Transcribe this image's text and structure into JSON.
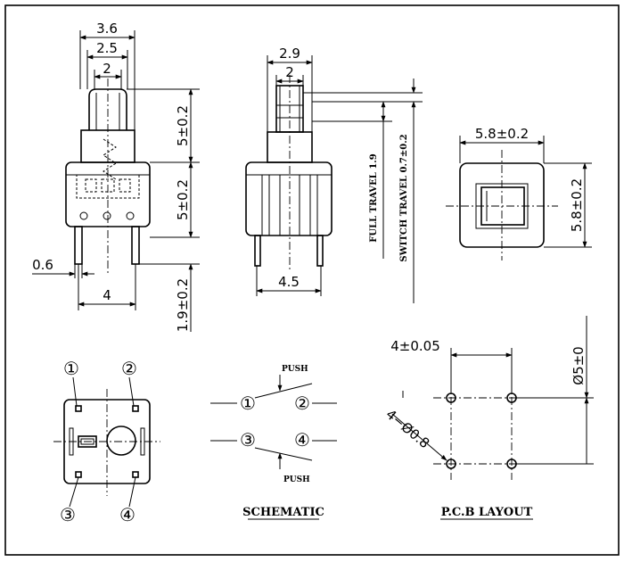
{
  "front_view": {
    "width_outer": "3.6",
    "width_mid": "2.5",
    "width_inner": "2",
    "height_plunger": "5±0.2",
    "height_body": "5±0.2",
    "height_pin": "1.9±0.2",
    "pin_thickness": "0.6",
    "pin_pitch": "4"
  },
  "side_view": {
    "width_outer": "2.9",
    "width_inner": "2",
    "pin_spacing": "4.5",
    "full_travel": "FULL TRAVEL 1.9",
    "switch_travel": "SWITCH TRAVEL 0.7±0.2"
  },
  "top_view": {
    "width": "5.8±0.2",
    "height": "5.8±0.2"
  },
  "bottom_view": {
    "pins": [
      "①",
      "②",
      "③",
      "④"
    ]
  },
  "schematic": {
    "title": "SCHEMATIC",
    "push_top": "PUSH",
    "push_bottom": "PUSH",
    "terminals": [
      "①",
      "②",
      "③",
      "④"
    ]
  },
  "pcb_layout": {
    "title": "P.C.B LAYOUT",
    "spacing": "4±0.05",
    "holes": "4−Ø0.8",
    "vertical": "Ø5±0"
  }
}
